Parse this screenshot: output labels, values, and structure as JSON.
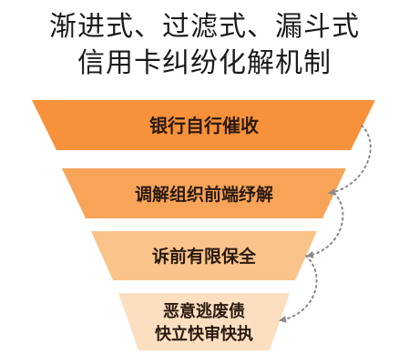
{
  "title": {
    "line1": "渐进式、过滤式、漏斗式",
    "line2": "信用卡纠纷化解机制"
  },
  "tiers": [
    {
      "label": "银行自行催收",
      "color": "#f7913a"
    },
    {
      "label": "调解组织前端纾解",
      "color": "#f8a458"
    },
    {
      "label": "诉前有限保全",
      "color": "#fac389"
    },
    {
      "label_line1": "恶意逃废债",
      "label_line2": "快立快审快执",
      "color": "#fcdfc0"
    }
  ],
  "colors": {
    "connector": "#8a8a8a",
    "text": "#1a1a1a"
  }
}
